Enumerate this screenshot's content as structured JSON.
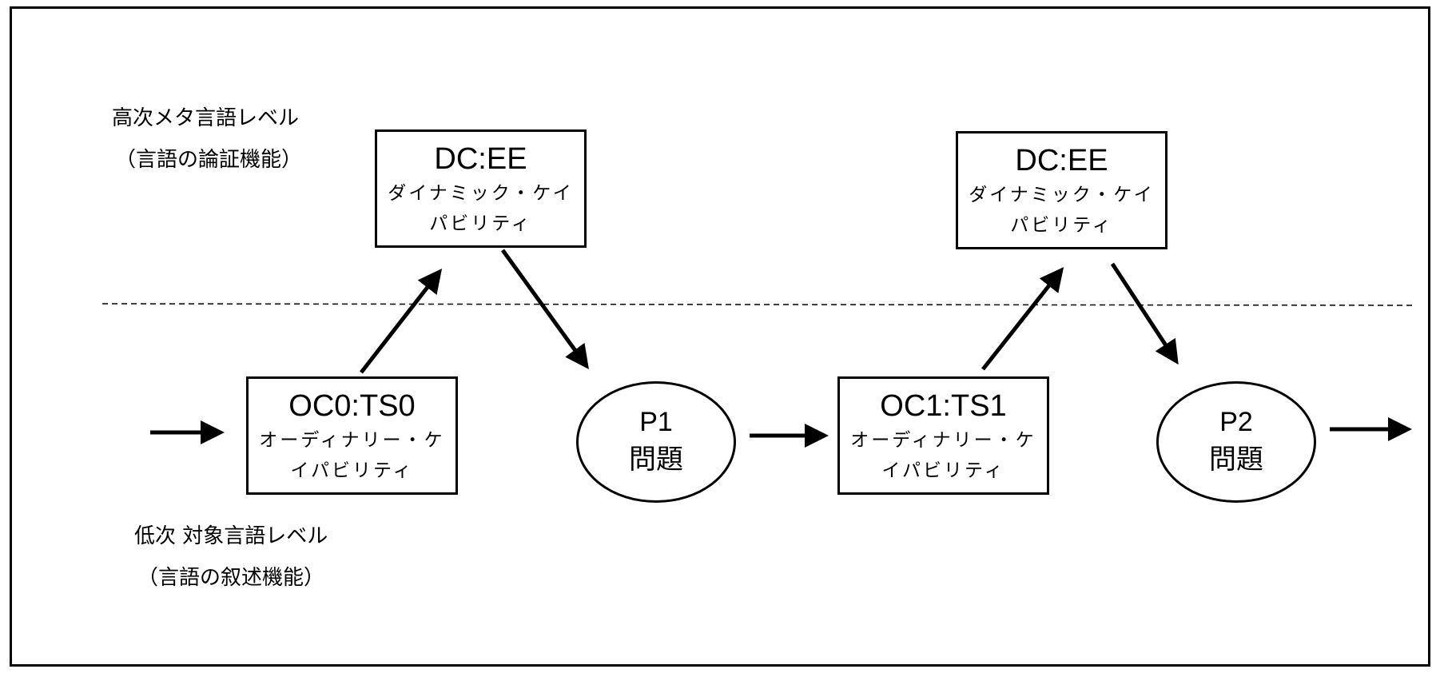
{
  "levels": {
    "upper": {
      "line1": "高次メタ言語レベル",
      "line2": "（言語の論証機能）"
    },
    "lower": {
      "line1": "低次 対象言語レベル",
      "line2": "（言語の叙述機能）"
    }
  },
  "nodes": {
    "dc1": {
      "title": "DC:EE",
      "sub1": "ダイナミック・ケイ",
      "sub2": "パビリティ"
    },
    "dc2": {
      "title": "DC:EE",
      "sub1": "ダイナミック・ケイ",
      "sub2": "パビリティ"
    },
    "oc0": {
      "title": "OC0:TS0",
      "sub1": "オーディナリー・ケ",
      "sub2": "イパビリティ"
    },
    "oc1": {
      "title": "OC1:TS1",
      "sub1": "オーディナリー・ケ",
      "sub2": "イパビリティ"
    },
    "p1": {
      "title": "P1",
      "sub": "問題"
    },
    "p2": {
      "title": "P2",
      "sub": "問題"
    }
  },
  "colors": {
    "line": "#000000",
    "background": "#ffffff"
  }
}
